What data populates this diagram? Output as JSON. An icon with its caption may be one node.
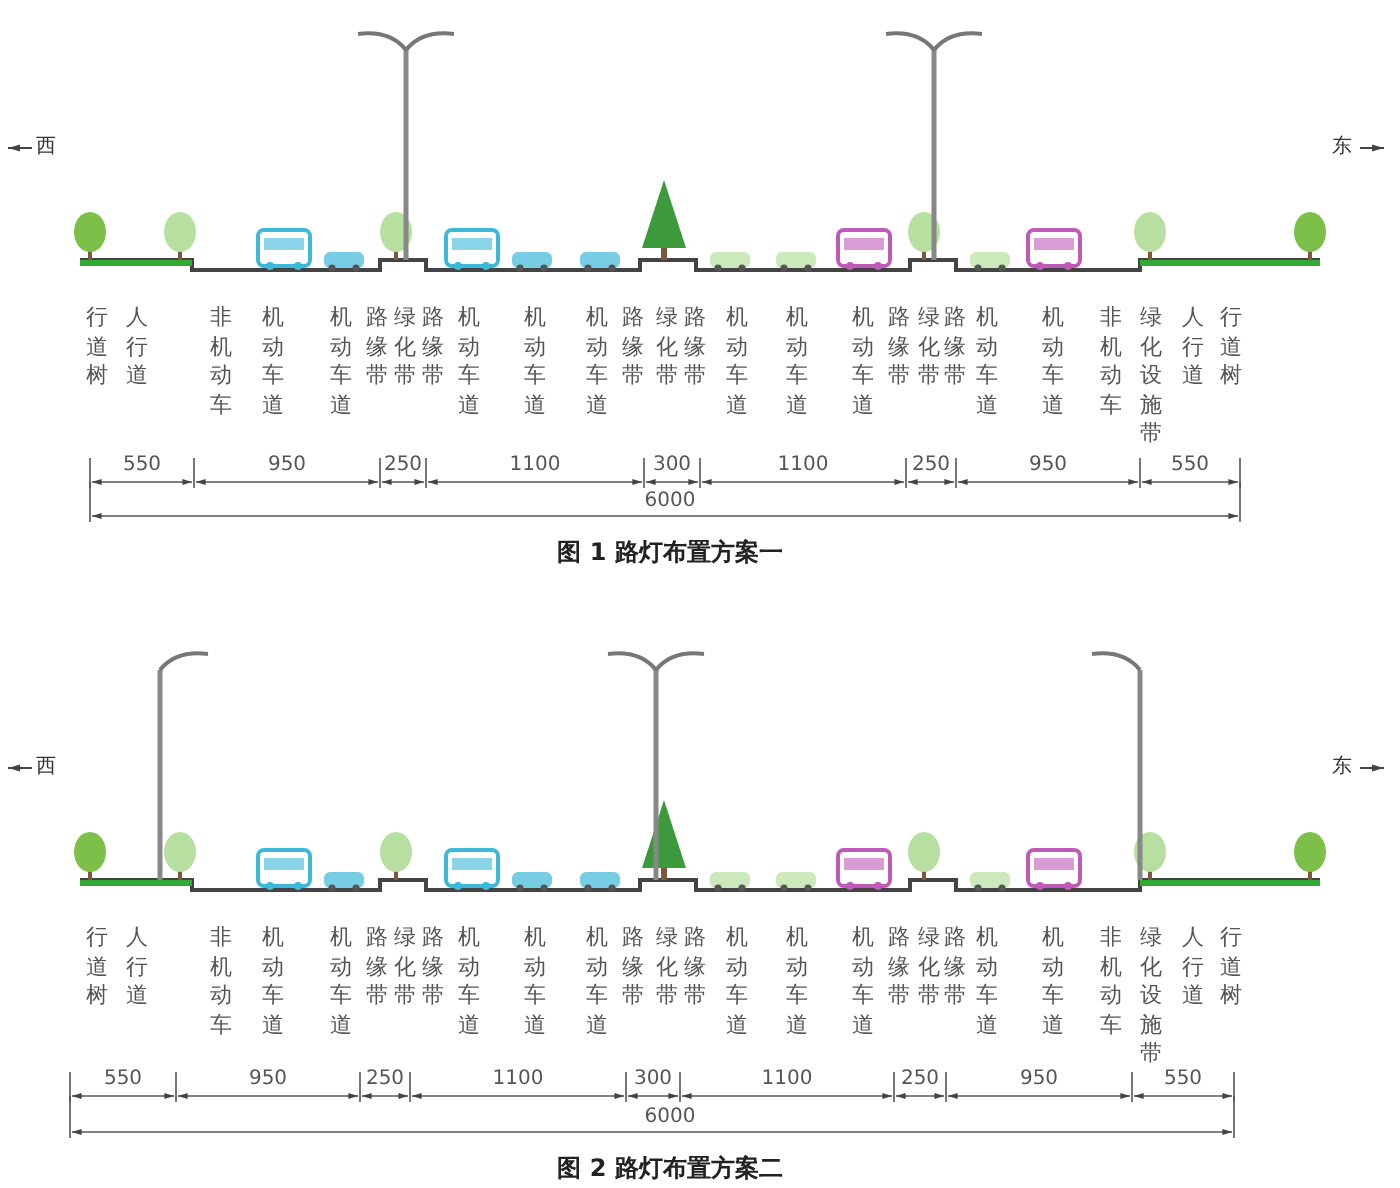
{
  "diagram": {
    "labels": [
      "西",
      "东",
      "行道树",
      "人行道",
      "非机动车",
      "机动车道",
      "机动车道",
      "路缘带",
      "绿化带",
      "路缘带",
      "机动车道",
      "机动车道",
      "机动车道",
      "路缘带",
      "绿化带",
      "路缘带",
      "机动车道",
      "机动车道",
      "机动车道",
      "路缘带",
      "绿化带",
      "路缘带",
      "机动车道",
      "机动车道",
      "非机动车",
      "绿化设施带",
      "人行道",
      "行道树",
      "550",
      "950",
      "250",
      "1100",
      "300",
      "1100",
      "250",
      "950",
      "550",
      "6000",
      "图 1  路灯布置方案一",
      "西",
      "东",
      "行道树",
      "人行道",
      "非机动车",
      "机动车道",
      "机动车道",
      "路缘带",
      "绿化带",
      "路缘带",
      "机动车道",
      "机动车道",
      "机动车道",
      "路缘带",
      "绿化带",
      "路缘带",
      "机动车道",
      "机动车道",
      "机动车道",
      "路缘带",
      "绿化带",
      "路缘带",
      "机动车道",
      "机动车道",
      "非机动车",
      "绿化设施带",
      "人行道",
      "行道树",
      "550",
      "950",
      "250",
      "1100",
      "300",
      "1100",
      "250",
      "950",
      "550",
      "6000",
      "图 2  路灯布置方案二"
    ]
  }
}
